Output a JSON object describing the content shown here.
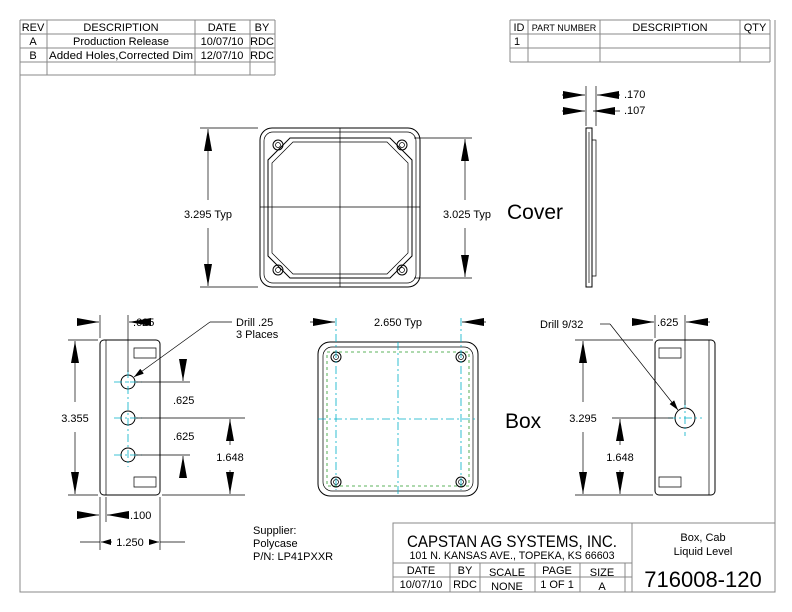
{
  "revision_table": {
    "headers": [
      "REV",
      "DESCRIPTION",
      "DATE",
      "BY"
    ],
    "rows": [
      [
        "A",
        "Production Release",
        "10/07/10",
        "RDC"
      ],
      [
        "B",
        "Added Holes,Corrected Dim",
        "12/07/10",
        "RDC"
      ]
    ]
  },
  "parts_table": {
    "headers": [
      "ID",
      "PART NUMBER",
      "DESCRIPTION",
      "QTY"
    ],
    "rows": [
      [
        "1",
        "",
        "",
        ""
      ]
    ]
  },
  "cover_view": {
    "label": "Cover",
    "dim_outer": "3.295 Typ",
    "dim_inner": "3.025 Typ",
    "dim_thickness_1": ".170",
    "dim_thickness_2": ".107"
  },
  "box_views": {
    "label": "Box",
    "left": {
      "drill_note_1": "Drill .25",
      "drill_note_2": "3 Places",
      "dim_top": ".625",
      "dim_height": "3.355",
      "dim_spacing_1": ".625",
      "dim_spacing_2": ".625",
      "dim_mid": "1.648",
      "dim_wall": ".100",
      "dim_depth": "1.250"
    },
    "top": {
      "dim_holes": "2.650 Typ"
    },
    "right": {
      "drill_note": "Drill 9/32",
      "dim_top": ".625",
      "dim_height": "3.295",
      "dim_mid": "1.648"
    }
  },
  "supplier": {
    "line1": "Supplier:",
    "line2": "Polycase",
    "line3": "P/N: LP41PXXR"
  },
  "title_block": {
    "company": "CAPSTAN AG SYSTEMS, INC.",
    "address": "101 N. KANSAS AVE., TOPEKA, KS 66603",
    "title_line1": "Box, Cab",
    "title_line2": "Liquid Level",
    "fields": [
      {
        "label": "DATE",
        "value": "10/07/10"
      },
      {
        "label": "BY",
        "value": "RDC"
      },
      {
        "label": "SCALE",
        "value": "NONE"
      },
      {
        "label": "PAGE",
        "value": "1 OF 1"
      },
      {
        "label": "SIZE",
        "value": "A"
      }
    ],
    "drawing_number": "716008-120"
  }
}
